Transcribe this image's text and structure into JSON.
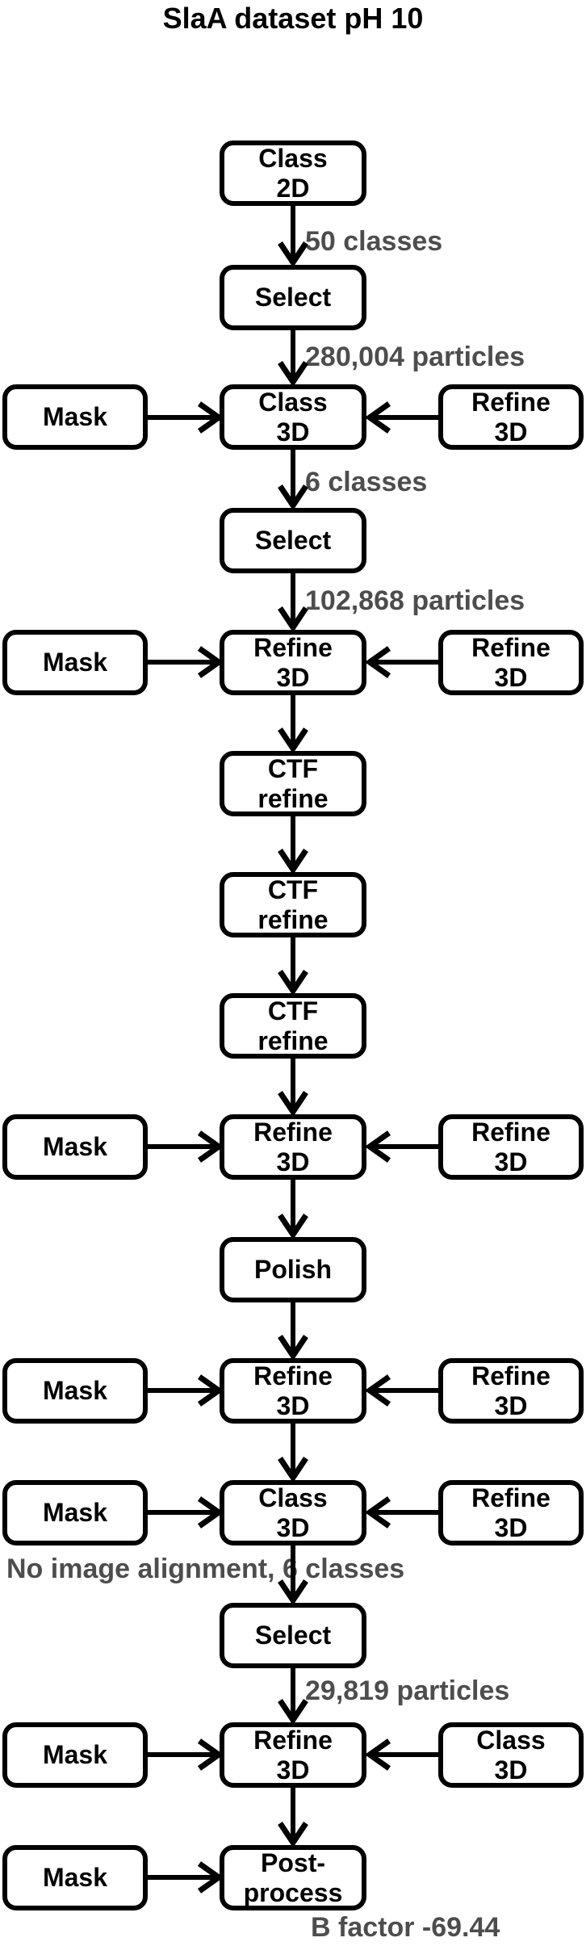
{
  "title": "SlaA dataset pH 10",
  "colors": {
    "background": "#ffffff",
    "box_border": "#000000",
    "box_fill": "#ffffff",
    "box_text": "#000000",
    "annotation_text": "#4d4d4d",
    "arrow": "#000000"
  },
  "boxes": {
    "class_2d": {
      "line1": "Class",
      "line2": "2D"
    },
    "select_1": {
      "line1": "Select"
    },
    "mask_1": {
      "line1": "Mask"
    },
    "class_3d_1": {
      "line1": "Class",
      "line2": "3D"
    },
    "refine_3d_input_1": {
      "line1": "Refine",
      "line2": "3D"
    },
    "select_2": {
      "line1": "Select"
    },
    "mask_2": {
      "line1": "Mask"
    },
    "refine_3d_1": {
      "line1": "Refine",
      "line2": "3D"
    },
    "refine_3d_input_2": {
      "line1": "Refine",
      "line2": "3D"
    },
    "ctf_refine_1": {
      "line1": "CTF",
      "line2": "refine"
    },
    "ctf_refine_2": {
      "line1": "CTF",
      "line2": "refine"
    },
    "ctf_refine_3": {
      "line1": "CTF",
      "line2": "refine"
    },
    "mask_3": {
      "line1": "Mask"
    },
    "refine_3d_2": {
      "line1": "Refine",
      "line2": "3D"
    },
    "refine_3d_input_3": {
      "line1": "Refine",
      "line2": "3D"
    },
    "polish": {
      "line1": "Polish"
    },
    "mask_4": {
      "line1": "Mask"
    },
    "refine_3d_3": {
      "line1": "Refine",
      "line2": "3D"
    },
    "refine_3d_input_4": {
      "line1": "Refine",
      "line2": "3D"
    },
    "mask_5": {
      "line1": "Mask"
    },
    "class_3d_2": {
      "line1": "Class",
      "line2": "3D"
    },
    "refine_3d_input_5": {
      "line1": "Refine",
      "line2": "3D"
    },
    "select_3": {
      "line1": "Select"
    },
    "mask_6": {
      "line1": "Mask"
    },
    "refine_3d_4": {
      "line1": "Refine",
      "line2": "3D"
    },
    "class_3d_input": {
      "line1": "Class",
      "line2": "3D"
    },
    "mask_7": {
      "line1": "Mask"
    },
    "post_process": {
      "line1": "Post-",
      "line2": "process"
    }
  },
  "edge_labels": {
    "classes_50": "50 classes",
    "particles_280004": "280,004 particles",
    "classes_6": "6 classes",
    "particles_102868": "102,868 particles",
    "no_alignment": "No image alignment, 6 classes",
    "particles_29819": "29,819 particles",
    "b_factor": "B factor -69.44"
  }
}
